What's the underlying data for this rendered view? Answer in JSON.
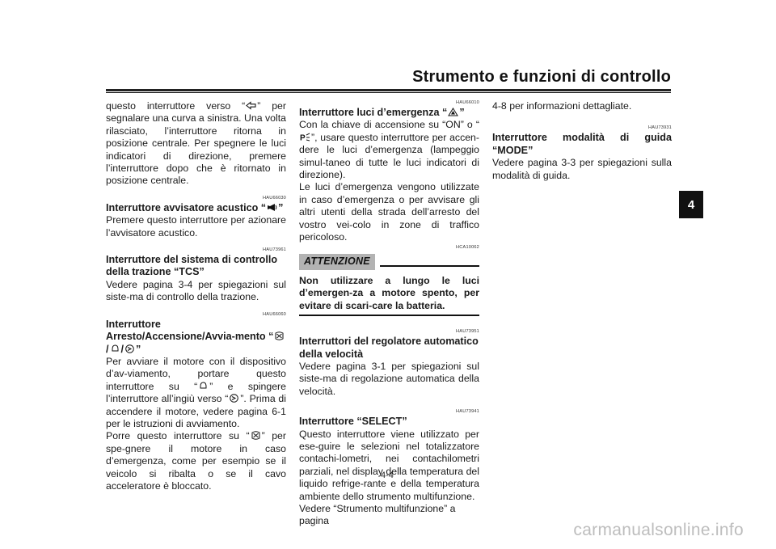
{
  "header": {
    "title": "Strumento e funzioni di controllo"
  },
  "chapter_tab": "4",
  "col1": {
    "p_intro_a": "questo interruttore verso “",
    "p_intro_b": "” per segnalare una curva a sinistra. Una volta rilasciato, l’interruttore ritorna in posizione centrale. Per spegnere le luci indicatori di direzione, premere l’interruttore dopo che è ritornato in posizione centrale.",
    "code_horn": "HAU66030",
    "h_horn_a": "Interruttore avvisatore acustico “",
    "h_horn_b": "”",
    "p_horn": "Premere questo interruttore per azionare l’avvisatore acustico.",
    "code_tcs": "HAU73961",
    "h_tcs": "Interruttore del sistema di controllo della trazione “TCS”",
    "p_tcs": "Vedere pagina 3-4 per spiegazioni sul siste-ma di controllo della trazione.",
    "code_start": "HAU66060",
    "h_start_a": "Interruttore Arresto/Accensione/Avvia-mento “",
    "h_start_b": "”",
    "p_start_a": "Per avviare il motore con il dispositivo d’av-viamento, portare questo interruttore su “",
    "p_start_b": "” e spingere l’interruttore all’ingiù verso “",
    "p_start_c": "”. Prima di accendere il motore, vedere pagina 6-1 per le istruzioni di avviamento.",
    "p_stop_a": "Porre questo interruttore su “",
    "p_stop_b": "” per spe-gnere il motore in caso d’emergenza, come per esempio se il veicolo si ribalta o se il cavo acceleratore è bloccato."
  },
  "col2": {
    "code_hazard": "HAU66010",
    "h_hazard_a": "Interruttore luci d’emergenza “",
    "h_hazard_b": "”",
    "p_hazard1_a": "Con la chiave di accensione su “ON” o “",
    "p_hazard1_b": "”, usare questo interruttore per accen-dere le luci d’emergenza (lampeggio simul-taneo di tutte le luci indicatori di direzione).",
    "p_hazard2": "Le luci d’emergenza vengono utilizzate in caso d’emergenza o per avvisare gli altri utenti della strada dell’arresto del vostro vei-colo in zone di traffico pericoloso.",
    "code_caution": "HCA10062",
    "caution_label": "ATTENZIONE",
    "caution_text": "Non utilizzare a lungo le luci d’emergen-za a motore spento, per evitare di scari-care la batteria.",
    "code_cruise": "HAU73951",
    "h_cruise": "Interruttori del regolatore automatico della velocità",
    "p_cruise": "Vedere pagina 3-1 per spiegazioni sul siste-ma di regolazione automatica della velocità.",
    "code_select": "HAU73941",
    "h_select": "Interruttore “SELECT”",
    "p_select": "Questo interruttore viene utilizzato per ese-guire le selezioni nel totalizzatore contachi-lometri, nei contachilometri parziali, nel display della temperatura del liquido refrige-rante e della temperatura ambiente dello strumento multifunzione.",
    "p_select2": "Vedere “Strumento multifunzione” a pagina"
  },
  "col3": {
    "p_cont": "4-8 per informazioni dettagliate.",
    "code_mode": "HAU73931",
    "h_mode": "Interruttore modalità di guida “MODE”",
    "p_mode": "Vedere pagina 3-3 per spiegazioni sulla modalità di guida."
  },
  "footer": {
    "page_number": "4-4",
    "watermark": "carmanualsonline.info"
  },
  "icons": [
    "left-turn-arrow-icon",
    "horn-icon",
    "engine-stop-icon",
    "engine-run-icon",
    "engine-start-icon",
    "hazard-triangle-icon",
    "parking-p-icon"
  ]
}
